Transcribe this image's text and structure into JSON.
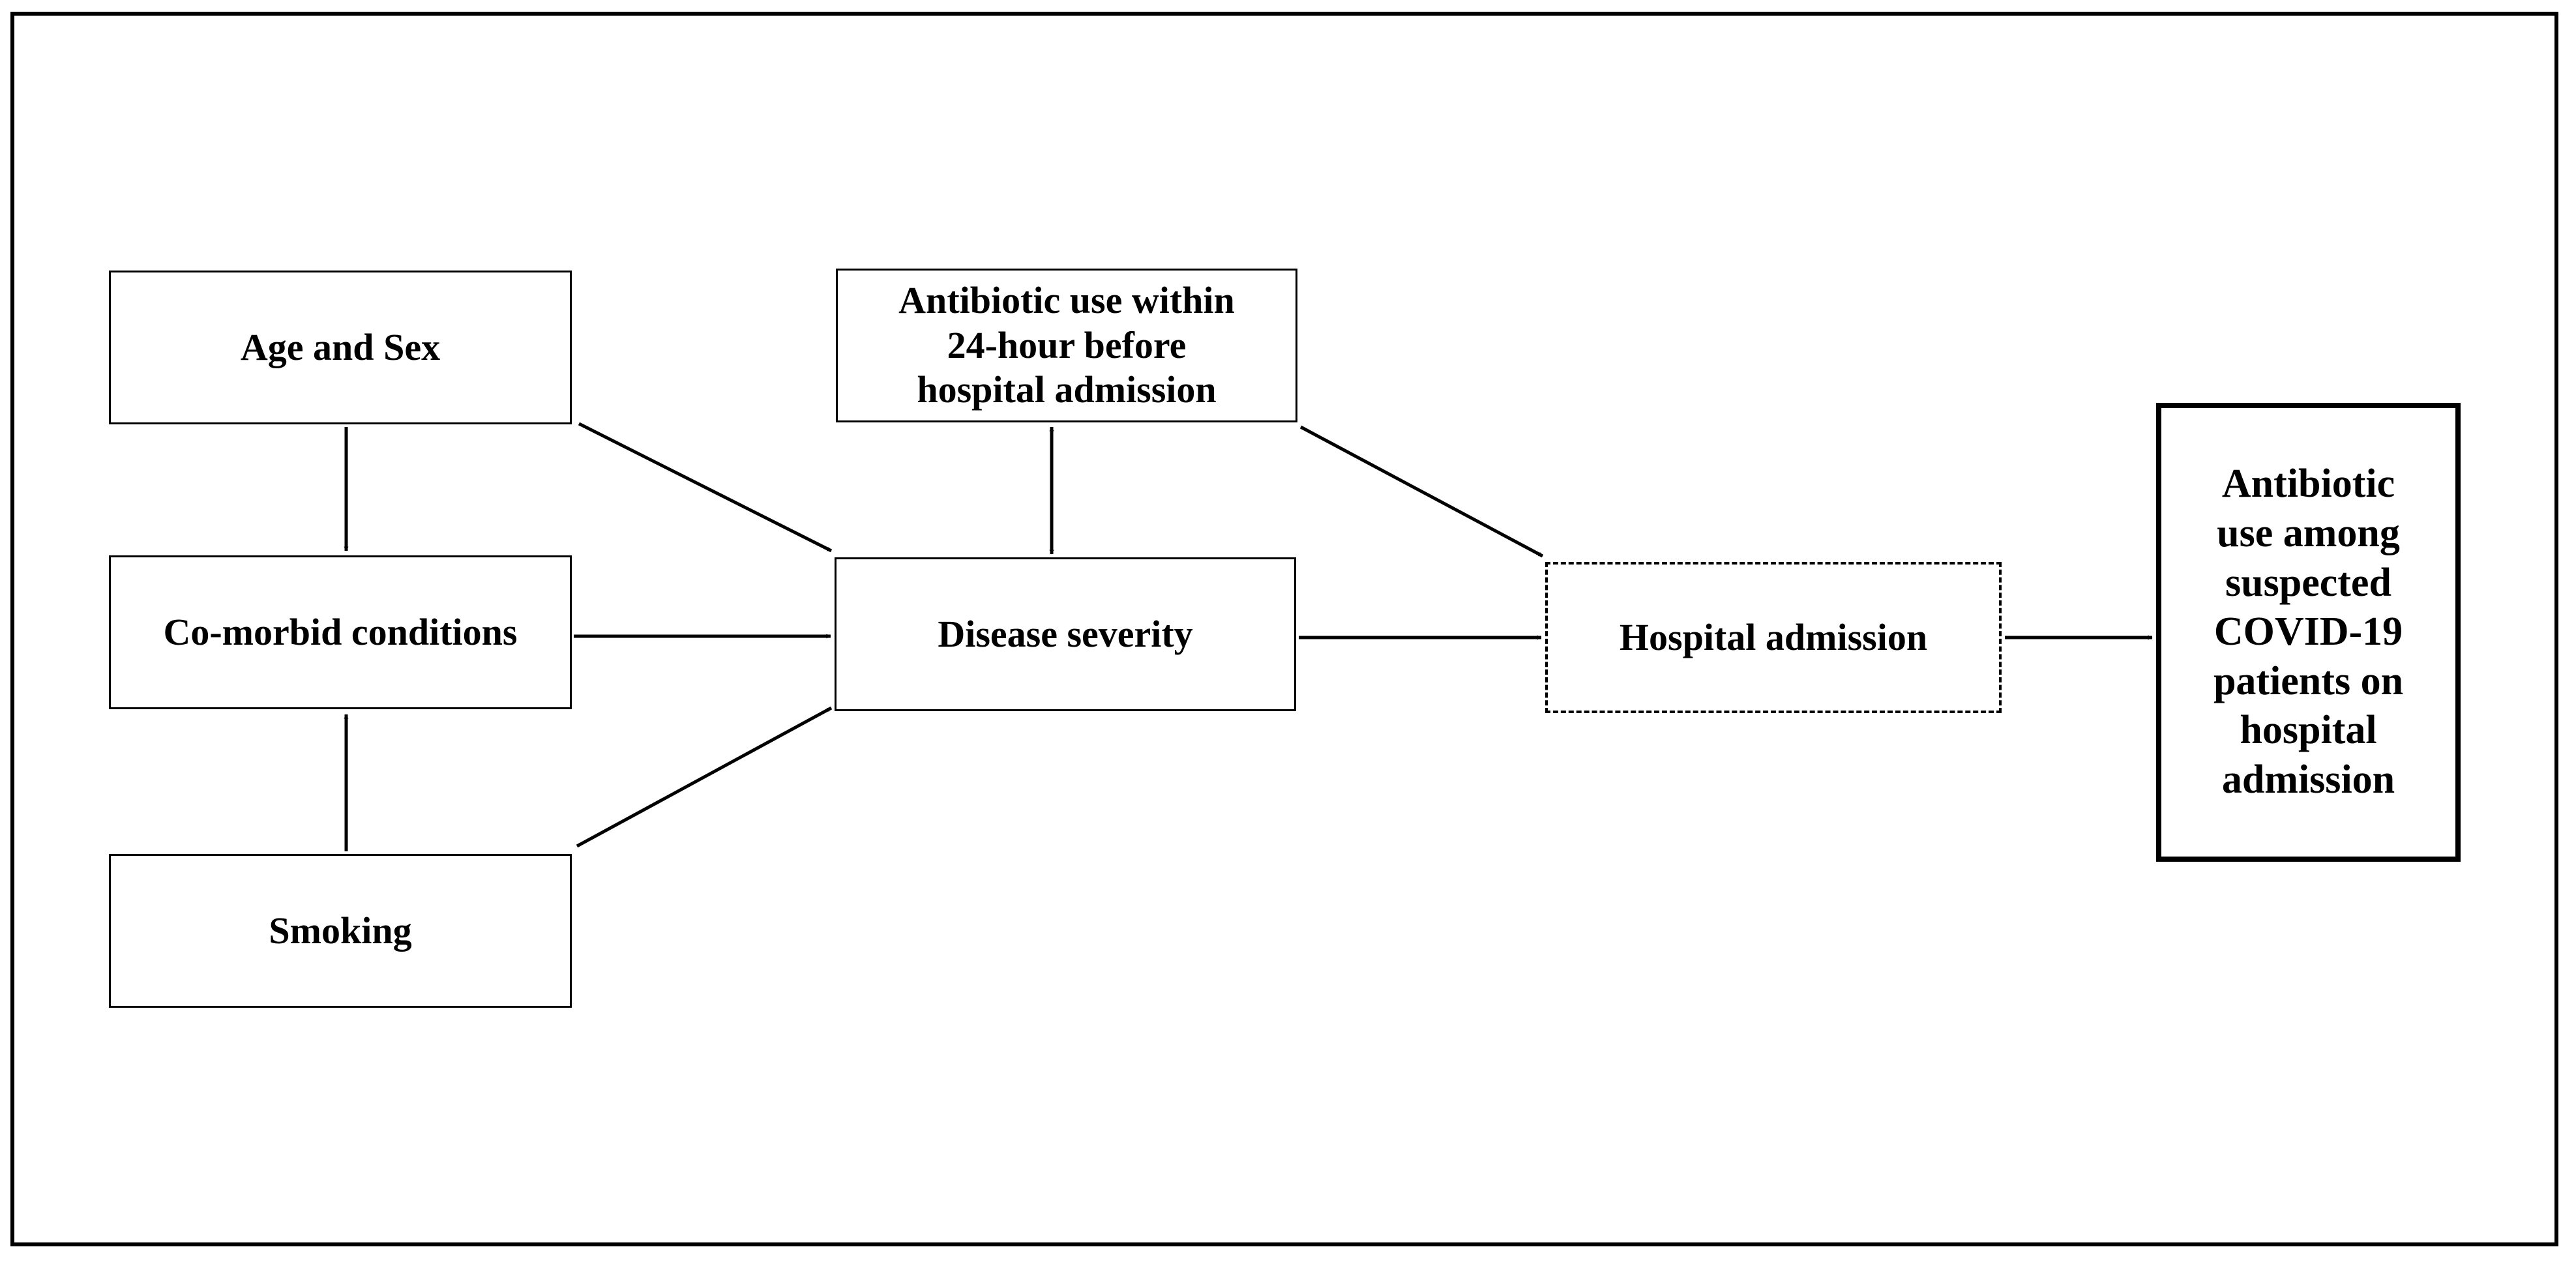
{
  "nodes": {
    "age_sex": "Age and Sex",
    "comorbid": "Co-morbid conditions",
    "smoking": "Smoking",
    "antibiotic_24h": "Antibiotic use within\n24-hour before\nhospital admission",
    "disease_severity": "Disease severity",
    "hospital_admission": "Hospital admission",
    "outcome": "Antibiotic\nuse among\nsuspected\nCOVID-19\npatients on\nhospital\nadmission"
  },
  "edges": [
    {
      "from": "age_sex",
      "to": "comorbid",
      "style": "directed"
    },
    {
      "from": "smoking",
      "to": "comorbid",
      "style": "directed"
    },
    {
      "from": "age_sex",
      "to": "disease_severity",
      "style": "directed"
    },
    {
      "from": "comorbid",
      "to": "disease_severity",
      "style": "directed"
    },
    {
      "from": "smoking",
      "to": "disease_severity",
      "style": "directed"
    },
    {
      "from": "antibiotic_24h",
      "to": "disease_severity",
      "style": "bidirectional"
    },
    {
      "from": "antibiotic_24h",
      "to": "hospital_admission",
      "style": "directed"
    },
    {
      "from": "disease_severity",
      "to": "hospital_admission",
      "style": "directed"
    },
    {
      "from": "hospital_admission",
      "to": "outcome",
      "style": "directed"
    }
  ],
  "styles": {
    "hospital_admission_border": "dashed",
    "outcome_border": "thick",
    "line_color": "#000000",
    "background_color": "#ffffff"
  }
}
